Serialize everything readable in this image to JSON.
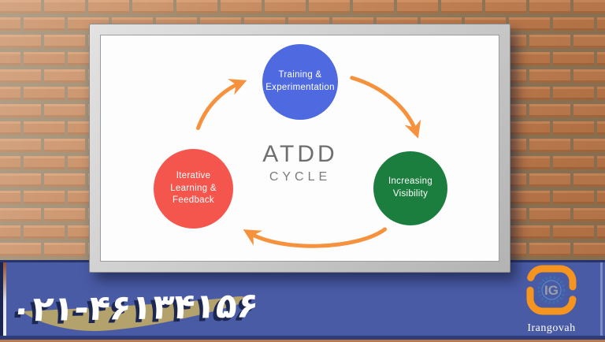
{
  "scene": {
    "wall_brick_color": "#c08256",
    "wall_mortar_color": "#8d7a5e"
  },
  "board": {
    "title": "ATDD",
    "subtitle": "CYCLE",
    "arrow_color": "#f6923d",
    "nodes": [
      {
        "id": "training",
        "label": "Training & Experimentation",
        "color": "#4f6ae0"
      },
      {
        "id": "visibility",
        "label": "Increasing Visibility",
        "color": "#1b7e3f"
      },
      {
        "id": "learning",
        "label": "Iterative Learning & Feedback",
        "color": "#f4564e"
      }
    ],
    "flow": [
      "Training & Experimentation",
      "Increasing Visibility",
      "Iterative Learning & Feedback"
    ]
  },
  "banner": {
    "phone": "۰۲۱-۴۶۱۳۴۱۵۶",
    "background_color": "#4a5ba6",
    "swoosh_color": "#b3a26b",
    "shadow_color": "#1c2851"
  },
  "logo": {
    "monogram": "IG",
    "name": "Irangovah",
    "accent_color": "#f5941f",
    "gear_color": "#3c6fae"
  }
}
